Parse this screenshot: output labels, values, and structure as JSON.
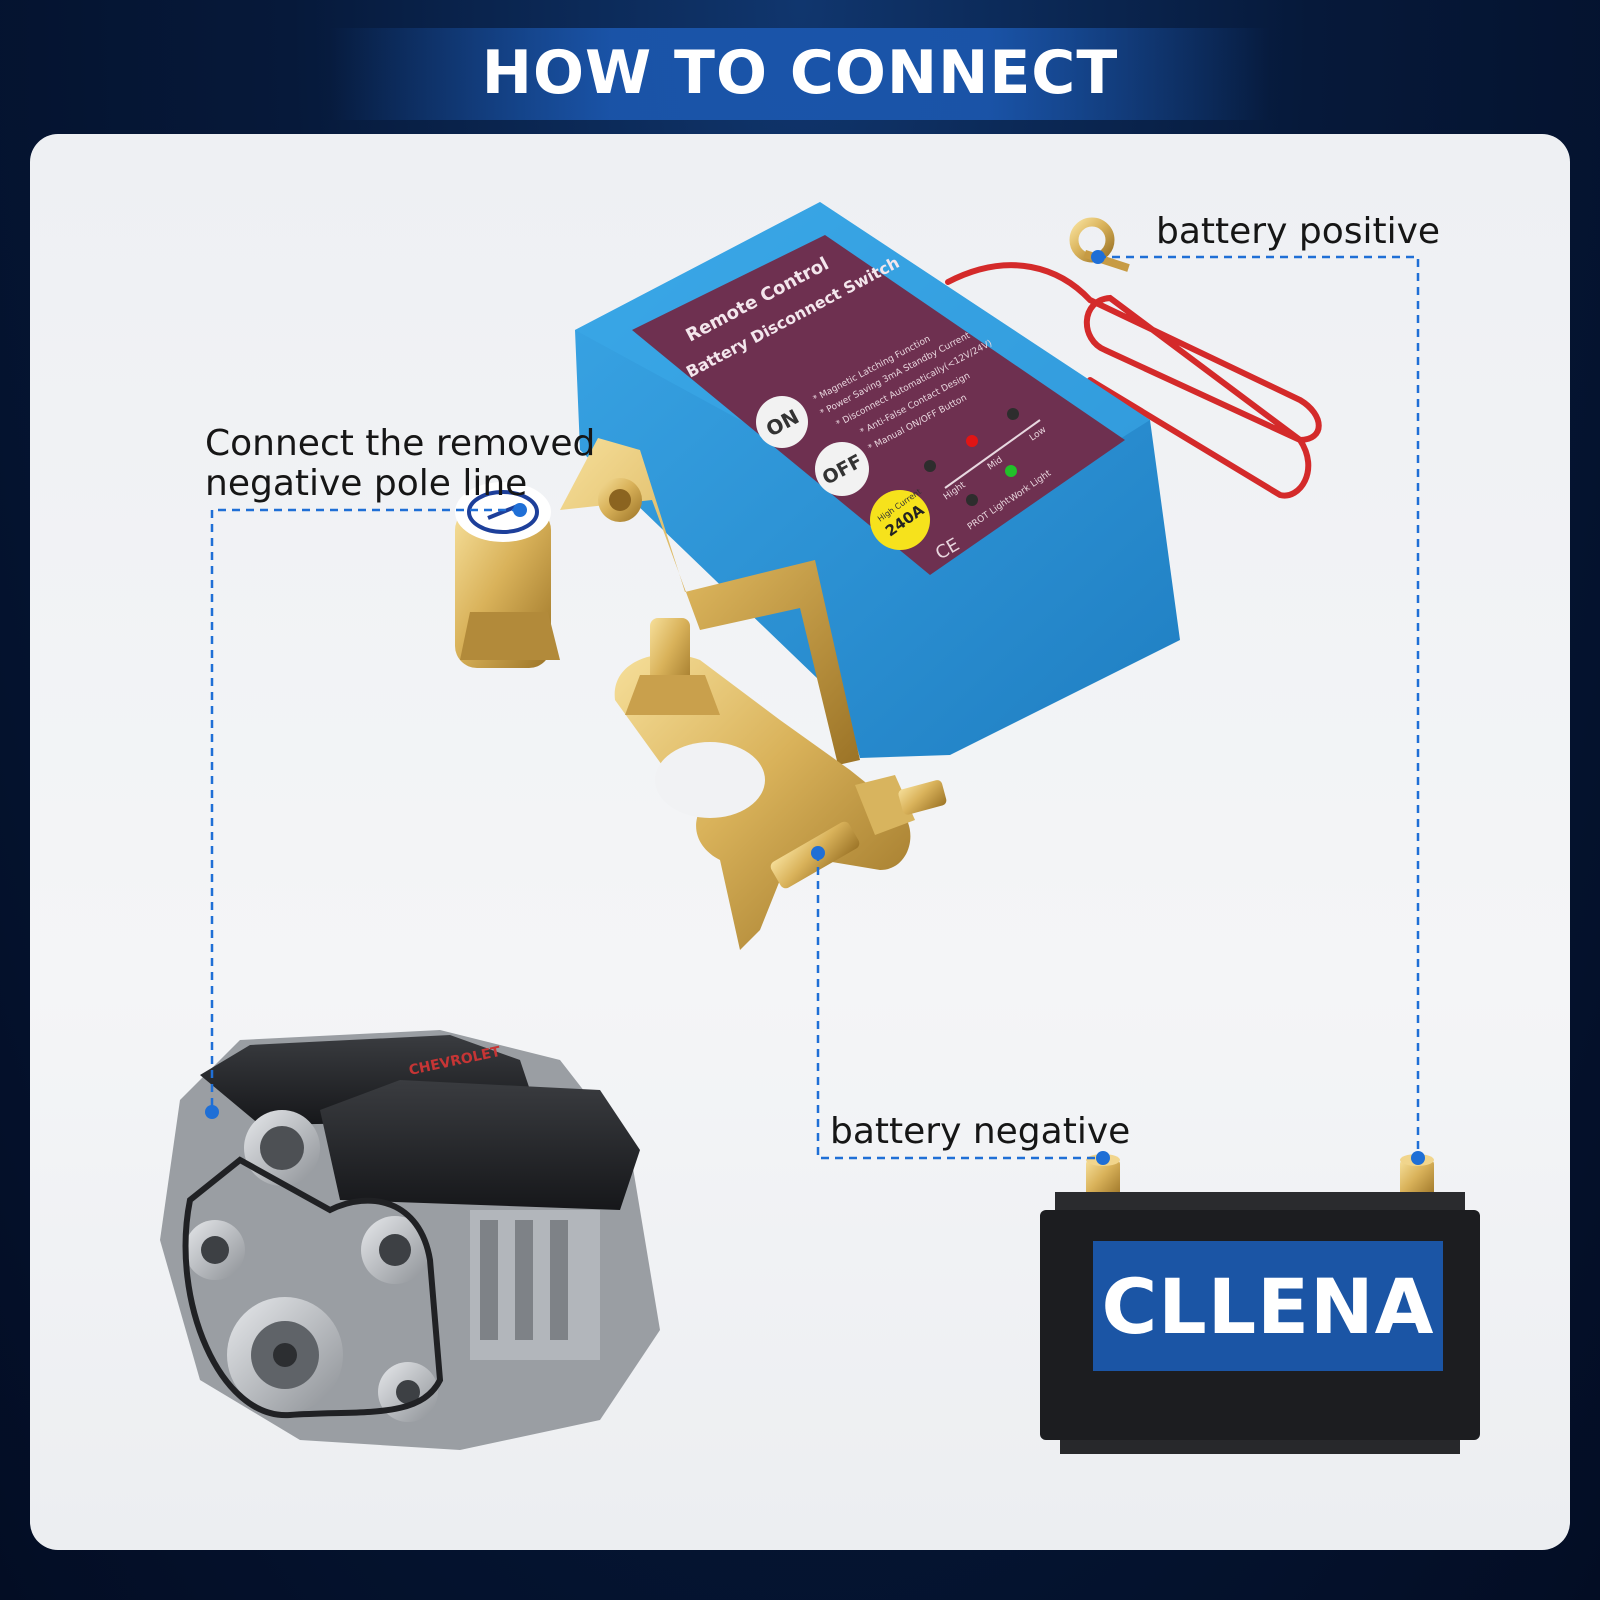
{
  "title": "HOW TO CONNECT",
  "labels": {
    "negative_pole_line": [
      "Connect the removed",
      "negative pole line"
    ],
    "battery_positive": "battery positive",
    "battery_negative": "battery negative"
  },
  "device": {
    "name_line1": "Remote Control",
    "name_line2": "Battery Disconnect Switch",
    "features": [
      "* Magnetic Latching Function",
      "* Power Saving 3mA Standby Current",
      "* Disconnect Automatically(<12V/24V)",
      "* Anti-False Contact Design",
      "* Manual ON/OFF Button"
    ],
    "on_button": "ON",
    "off_button": "OFF",
    "badge_line1": "High Current",
    "badge_line2": "240A",
    "ce_mark": "CE",
    "indicator_labels": {
      "high": "Hight",
      "mid": "Mid",
      "low": "Low",
      "prot": "PROT Light",
      "work": "Work Light"
    }
  },
  "engine": {
    "cover_text": "CHEVROLET"
  },
  "battery": {
    "brand": "CLLENA"
  },
  "colors": {
    "background_dark": "#06193a",
    "panel": "#f1f2f4",
    "connector_line": "#1f6fd6",
    "device_blue": "#2b93d6",
    "device_label": "#6e3050",
    "brass": "#d9b25a",
    "battery_label_blue": "#1b55a5",
    "red_wire": "#d42a2a"
  }
}
